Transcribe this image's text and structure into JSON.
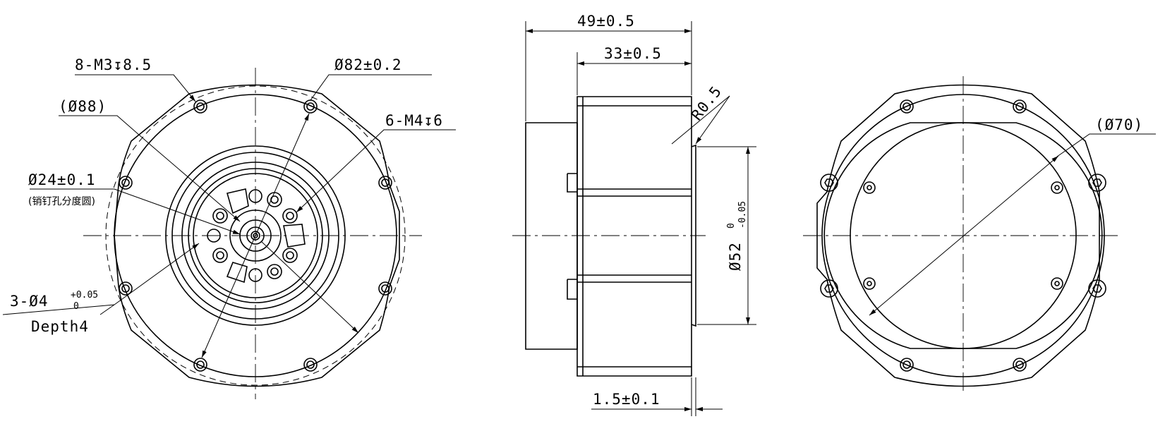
{
  "front_view": {
    "holes_m3": "8-M3↧8.5",
    "outer_dia": "(Ø88)",
    "bolt_circle": "Ø82±0.2",
    "holes_m4": "6-M4↧6",
    "pin_circle": "Ø24±0.1",
    "pin_circle_note": "(销钉孔分度圆)",
    "pin_holes_prefix": "3-Ø4",
    "pin_holes_tol_upper": "+0.05",
    "pin_holes_tol_lower": "0",
    "pin_holes_depth": "Depth4"
  },
  "side_view": {
    "overall_length": "49±0.5",
    "body_length": "33±0.5",
    "radius": "R0.5",
    "spigot_dia": "Ø52",
    "spigot_tol_upper": "0",
    "spigot_tol_lower": "-0.05",
    "flange_thickness": "1.5±0.1"
  },
  "rear_view": {
    "inner_dia": "(Ø70)"
  }
}
